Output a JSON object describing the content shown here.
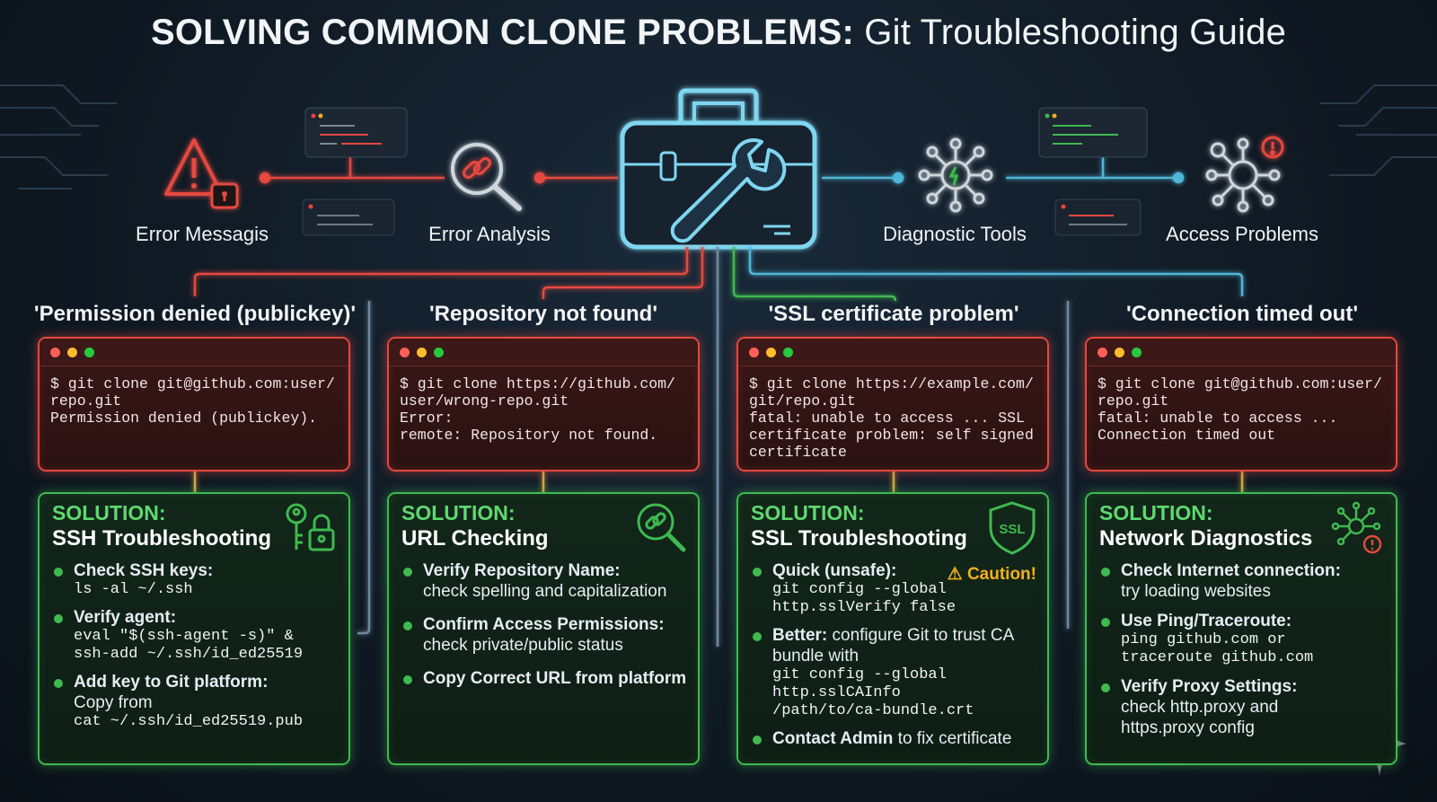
{
  "title": {
    "bold": "SOLVING COMMON CLONE PROBLEMS:",
    "rest": " Git Troubleshooting Guide"
  },
  "top": {
    "labels": [
      "Error Messagis",
      "Error Analysis",
      "Diagnostic Tools",
      "Access Problems"
    ],
    "icons": [
      "warning-lock-icon",
      "magnifier-link-icon",
      "toolbox-wrench-icon",
      "network-bug-icon",
      "network-alert-icon"
    ]
  },
  "problems": [
    {
      "title": "'Permission denied (publickey)'",
      "terminal": "$ git clone git@github.com:user/\nrepo.git\nPermission denied (publickey).",
      "solution": {
        "head": "SOLUTION:",
        "sub": "SSH Troubleshooting",
        "icon": "key-lock-icon",
        "items": [
          {
            "label": "Check SSH keys:",
            "text": "",
            "code": "ls -al ~/.ssh"
          },
          {
            "label": "Verify agent:",
            "text": "",
            "code": "eval \"$(ssh-agent -s)\" &\nssh-add ~/.ssh/id_ed25519"
          },
          {
            "label": "Add key to Git platform:",
            "text": "Copy from",
            "code": "cat ~/.ssh/id_ed25519.pub"
          }
        ]
      }
    },
    {
      "title": "'Repository not found'",
      "terminal": "$ git clone https://github.com/\nuser/wrong-repo.git\nError:\nremote: Repository not found.",
      "solution": {
        "head": "SOLUTION:",
        "sub": "URL Checking",
        "icon": "link-search-icon",
        "items": [
          {
            "label": "Verify Repository Name:",
            "text": "check spelling and capitalization",
            "code": ""
          },
          {
            "label": "Confirm Access Permissions:",
            "text": "check private/public status",
            "code": ""
          },
          {
            "label": "Copy Correct URL from platform",
            "text": "",
            "code": ""
          }
        ]
      }
    },
    {
      "title": "'SSL certificate problem'",
      "terminal": "$ git clone https://example.com/\ngit/repo.git\nfatal: unable to access ... SSL\ncertificate problem: self signed\ncertificate",
      "solution": {
        "head": "SOLUTION:",
        "sub": "SSL Troubleshooting",
        "icon": "ssl-shield-icon",
        "caution": "Caution!",
        "items": [
          {
            "label": "Quick (unsafe):",
            "text": "",
            "code": "git config --global\nhttp.sslVerify false"
          },
          {
            "label": "Better:",
            "text": " configure Git to trust CA bundle with",
            "code": "git config --global\nhttp.sslCAInfo\n/path/to/ca-bundle.crt"
          },
          {
            "label": "Contact Admin",
            "text": " to fix certificate",
            "code": ""
          }
        ]
      }
    },
    {
      "title": "'Connection timed out'",
      "terminal": "$ git clone git@github.com:user/\nrepo.git\nfatal: unable to access ...\nConnection timed out",
      "solution": {
        "head": "SOLUTION:",
        "sub": "Network Diagnostics",
        "icon": "network-alert-icon",
        "items": [
          {
            "label": "Check Internet connection:",
            "text": "try loading websites",
            "code": ""
          },
          {
            "label": "Use Ping/Traceroute:",
            "text": "",
            "code": "ping github.com or\ntraceroute github.com"
          },
          {
            "label": "Verify Proxy Settings:",
            "text": "check http.proxy and\nhttps.proxy config",
            "code": ""
          }
        ]
      }
    }
  ],
  "colors": {
    "error": "#e5483f",
    "success": "#3fb950",
    "accent": "#4fc3f7",
    "caution": "#f2b01e"
  }
}
